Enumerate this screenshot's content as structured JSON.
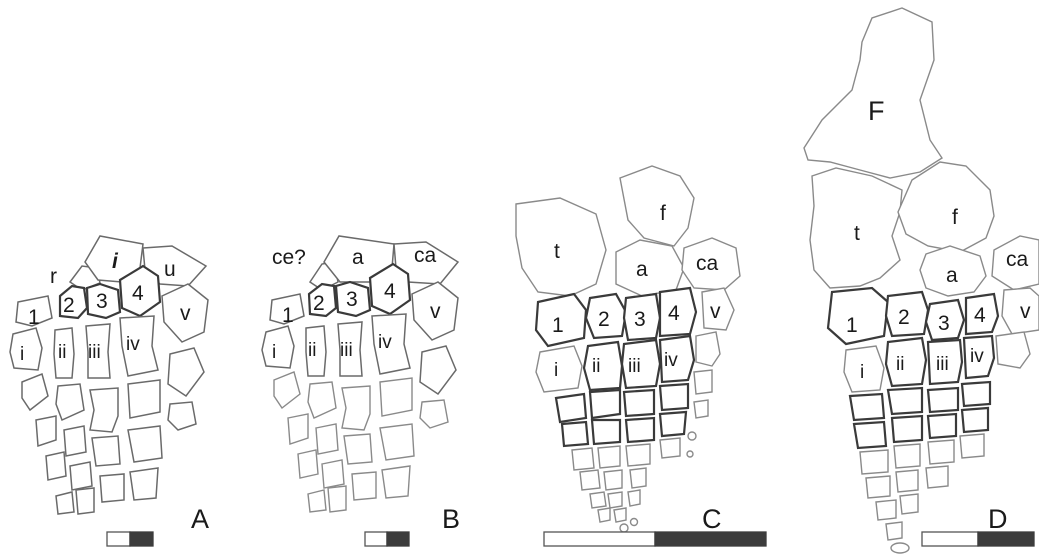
{
  "panels": [
    {
      "id": "A",
      "panel_label": "A",
      "labels": {
        "radiale": "r",
        "intermedium": "i",
        "ulnare": "u",
        "c1": "1",
        "c2": "2",
        "c3": "3",
        "c4": "4",
        "c5": "v",
        "m1": "i",
        "m2": "ii",
        "m3": "iii",
        "m4": "iv"
      }
    },
    {
      "id": "B",
      "panel_label": "B",
      "labels": {
        "centrale": "ce?",
        "intermedium": "a",
        "ulnare": "ca",
        "c1": "1",
        "c2": "2",
        "c3": "3",
        "c4": "4",
        "c5": "v",
        "m1": "i",
        "m2": "ii",
        "m3": "iii",
        "m4": "iv"
      }
    },
    {
      "id": "C",
      "panel_label": "C",
      "labels": {
        "tibiale": "t",
        "fibulare": "f",
        "astragalus": "a",
        "calcaneum": "ca",
        "c1": "1",
        "c2": "2",
        "c3": "3",
        "c4": "4",
        "c5": "v",
        "m1": "i",
        "m2": "ii",
        "m3": "iii",
        "m4": "iv"
      }
    },
    {
      "id": "D",
      "panel_label": "D",
      "labels": {
        "femur": "F",
        "tibiale": "t",
        "fibulare": "f",
        "astragalus": "a",
        "calcaneum": "ca",
        "c1": "1",
        "c2": "2",
        "c3": "3",
        "c4": "4",
        "c5": "v",
        "m1": "i",
        "m2": "ii",
        "m3": "iii",
        "m4": "iv"
      }
    }
  ]
}
